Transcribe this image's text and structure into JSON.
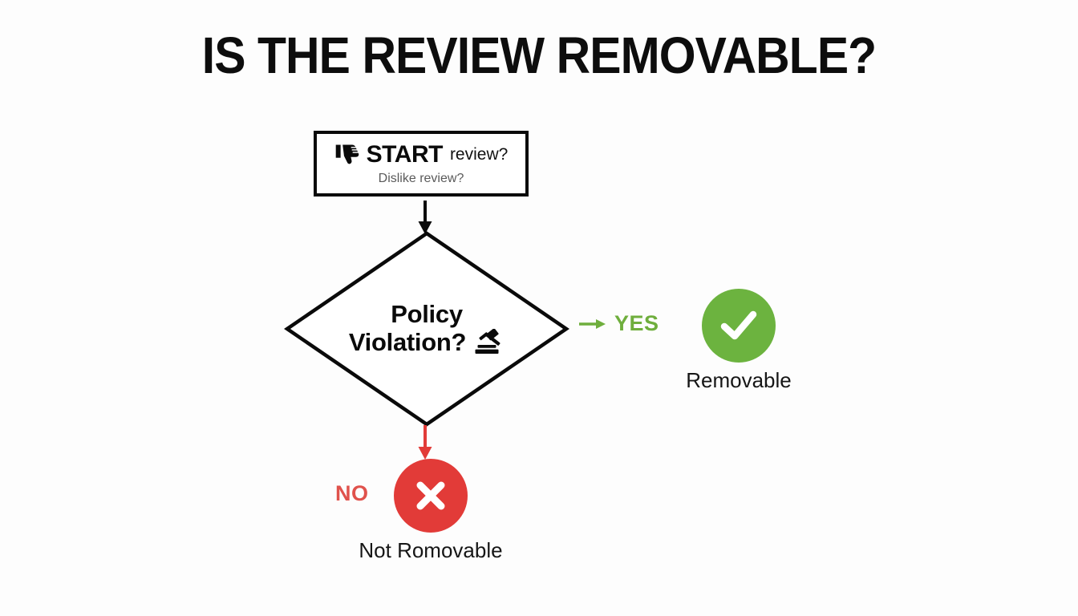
{
  "page": {
    "title": "IS THE REVIEW REMOVABLE?",
    "background_color": "#fdfdfd"
  },
  "colors": {
    "ink": "#0a0a0a",
    "green": "#6cb33f",
    "green_text": "#6fae3d",
    "red": "#e23b38",
    "red_text": "#e0524c",
    "caption_gray": "#5a5a5a"
  },
  "flow": {
    "start_node": {
      "icon": "thumbs-down-icon",
      "label_bold": "START",
      "label_regular": "review?",
      "caption": "Dislike review?"
    },
    "connector_start_to_decision": {
      "icon": "down-arrow-icon",
      "color": "#0a0a0a"
    },
    "decision_node": {
      "line1": "Policy",
      "line2": "Violation?",
      "icon": "gavel-icon"
    },
    "yes_branch": {
      "arrow_icon": "right-arrow-icon",
      "label": "YES",
      "result_icon": "check-circle-icon",
      "result_label": "Removable",
      "color": "#6cb33f"
    },
    "no_branch": {
      "arrow_icon": "down-arrow-icon",
      "label": "NO",
      "result_icon": "x-circle-icon",
      "result_label": "Not Romovable",
      "color": "#e23b38"
    }
  }
}
